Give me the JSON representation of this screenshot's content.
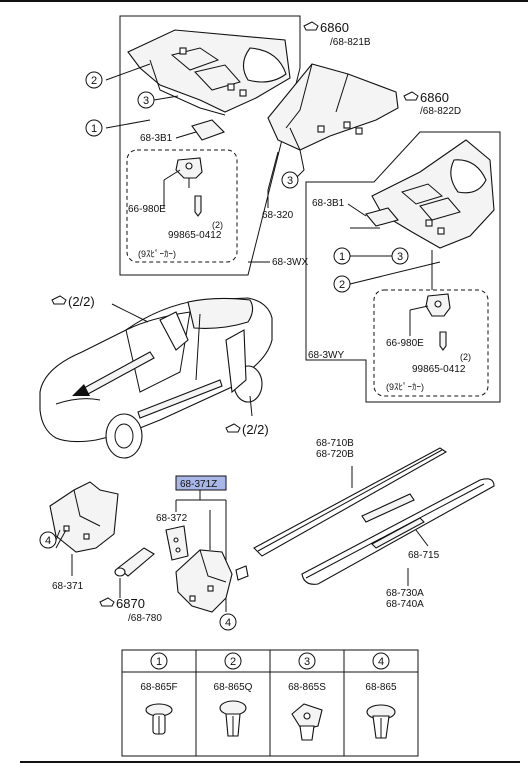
{
  "callouts": {
    "c1": "1",
    "c2": "2",
    "c3": "3",
    "c4": "4"
  },
  "refs": {
    "ref_6860_top": "6860",
    "ref_68_821B": "/68-821B",
    "ref_6860_right": "6860",
    "ref_68_822D": "/68-822D",
    "ref_2_2_left": "(2/2)",
    "ref_2_2_right": "(2/2)",
    "ref_6870": "6870",
    "ref_68_780": "/68-780"
  },
  "parts": {
    "p_68_3B1_left": "68-3B1",
    "p_68_3B1_right": "68-3B1",
    "p_66_980E_left": "66-980E",
    "p_66_980E_right": "66-980E",
    "p_qty2_left": "(2)",
    "p_qty2_right": "(2)",
    "p_99865_left": "99865-0412",
    "p_99865_right": "99865-0412",
    "p_9spk_left": "(9ｽﾋﾟｰｶｰ)",
    "p_9spk_right": "(9ｽﾋﾟｰｶｰ)",
    "p_68_3WX": "68-3WX",
    "p_68_3WY": "68-3WY",
    "p_68_320": "68-320",
    "p_68_710B": "68-710B",
    "p_68_720B": "68-720B",
    "p_68_371Z": "68-371Z",
    "p_68_372": "68-372",
    "p_68_371": "68-371",
    "p_68_715": "68-715",
    "p_68_730A": "68-730A",
    "p_68_740A": "68-740A"
  },
  "clip_table": {
    "headers": [
      "1",
      "2",
      "3",
      "4"
    ],
    "codes": [
      "68-865F",
      "68-865Q",
      "68-865S",
      "68-865"
    ]
  },
  "colors": {
    "highlight": "#a9b7e8",
    "line": "#111111"
  }
}
